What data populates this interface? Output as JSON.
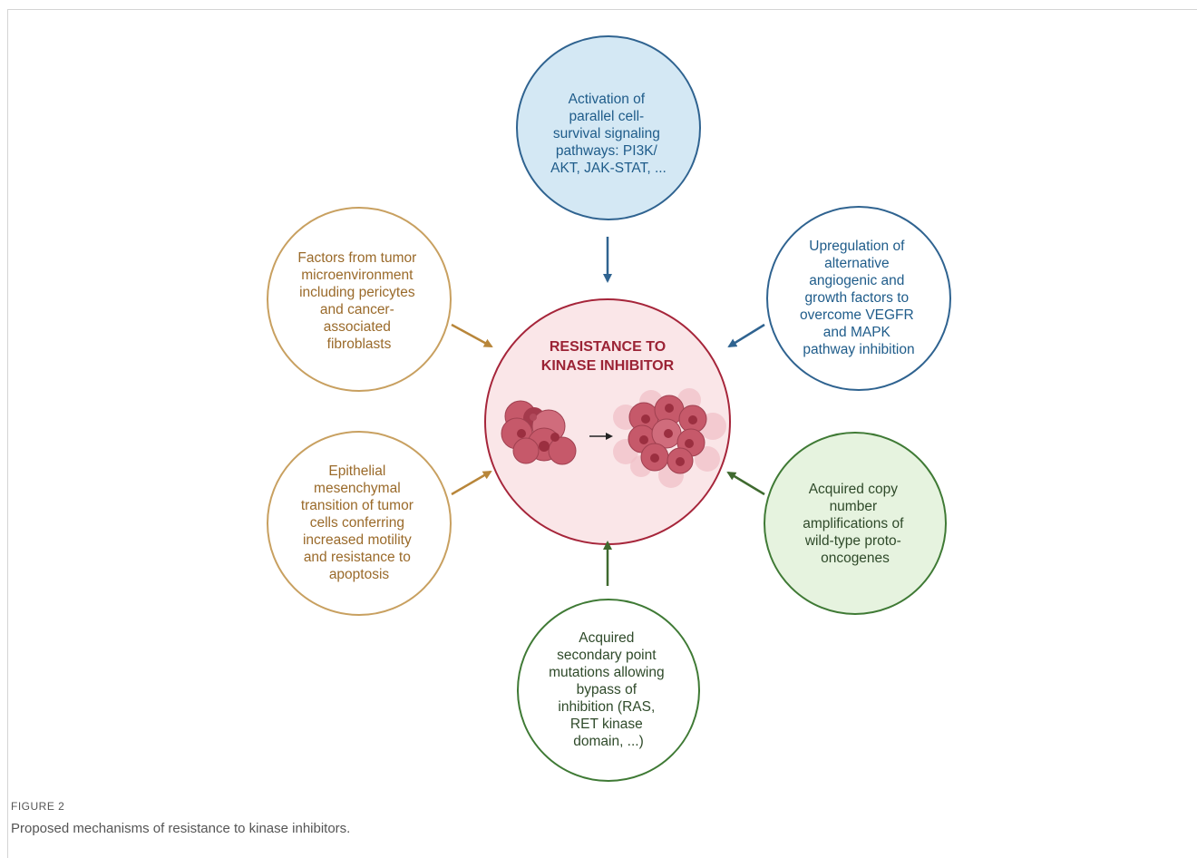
{
  "diagram": {
    "center": {
      "title_lines": [
        "RESISTANCE TO",
        "KINASE INHIBITOR"
      ],
      "color": "#9b2335",
      "fill": "#fae6e8",
      "cell_color": "#c6596a"
    },
    "mechanisms": [
      {
        "id": "top",
        "lines": [
          "Activation of",
          "parallel cell-",
          "survival signaling",
          "pathways: PI3K/",
          "AKT, JAK-STAT, ..."
        ],
        "stroke": "#2f6390",
        "fill": "#d4e8f4",
        "text": "#1f5c8a"
      },
      {
        "id": "upper-right",
        "lines": [
          "Upregulation of",
          "alternative",
          "angiogenic and",
          "growth factors to",
          "overcome VEGFR",
          "and MAPK",
          "pathway inhibition"
        ],
        "stroke": "#2f6390",
        "fill": "#ffffff",
        "text": "#1f5c8a"
      },
      {
        "id": "lower-right",
        "lines": [
          "Acquired copy",
          "number",
          "amplifications of",
          "wild-type proto-",
          "oncogenes"
        ],
        "stroke": "#3f7a35",
        "fill": "#e6f3df",
        "text": "#2f4a2a"
      },
      {
        "id": "bottom",
        "lines": [
          "Acquired",
          "secondary point",
          "mutations allowing",
          "bypass of",
          "inhibition (RAS,",
          "RET kinase",
          "domain, ...)"
        ],
        "stroke": "#3f7a35",
        "fill": "#ffffff",
        "text": "#2f4a2a"
      },
      {
        "id": "lower-left",
        "lines": [
          "Epithelial",
          "mesenchymal",
          "transition of tumor",
          "cells conferring",
          "increased motility",
          "and resistance to",
          "apoptosis"
        ],
        "stroke": "#c8a060",
        "fill": "#ffffff",
        "text": "#9a6a2a"
      },
      {
        "id": "upper-left",
        "lines": [
          "Factors from tumor",
          "microenvironment",
          "including pericytes",
          "and cancer-",
          "associated",
          "fibroblasts"
        ],
        "stroke": "#c8a060",
        "fill": "#ffffff",
        "text": "#9a6a2a"
      }
    ]
  },
  "figure": {
    "label": "FIGURE 2",
    "caption": "Proposed mechanisms of resistance to kinase inhibitors."
  }
}
